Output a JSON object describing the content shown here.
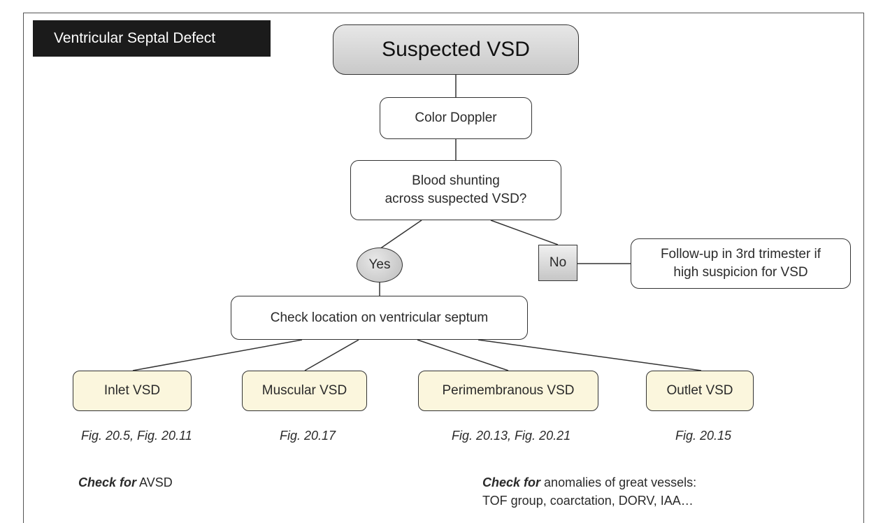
{
  "title_tag": "Ventricular Septal Defect",
  "nodes": {
    "root": "Suspected VSD",
    "doppler": "Color Doppler",
    "shunting_line1": "Blood shunting",
    "shunting_line2": "across suspected VSD?",
    "yes": "Yes",
    "no": "No",
    "followup_line1": "Follow-up in 3rd trimester if",
    "followup_line2": "high suspicion for VSD",
    "check_location": "Check location on ventricular septum",
    "inlet": "Inlet VSD",
    "muscular": "Muscular VSD",
    "perimembranous": "Perimembranous VSD",
    "outlet": "Outlet VSD"
  },
  "figure_refs": {
    "inlet": "Fig. 20.5, Fig. 20.11",
    "muscular": "Fig. 20.17",
    "perimembranous": "Fig. 20.13, Fig. 20.21",
    "outlet": "Fig. 20.15"
  },
  "notes": {
    "left_bold": "Check for",
    "left_text": "AVSD",
    "right_bold": "Check for",
    "right_text": "anomalies of great vessels:",
    "right_line2": "TOF group, coarctation, DORV, IAA…"
  },
  "colors": {
    "leaf_fill": "#fbf6dd",
    "root_fill": "#d6d6d6",
    "tag_fill": "#1b1b1b"
  }
}
